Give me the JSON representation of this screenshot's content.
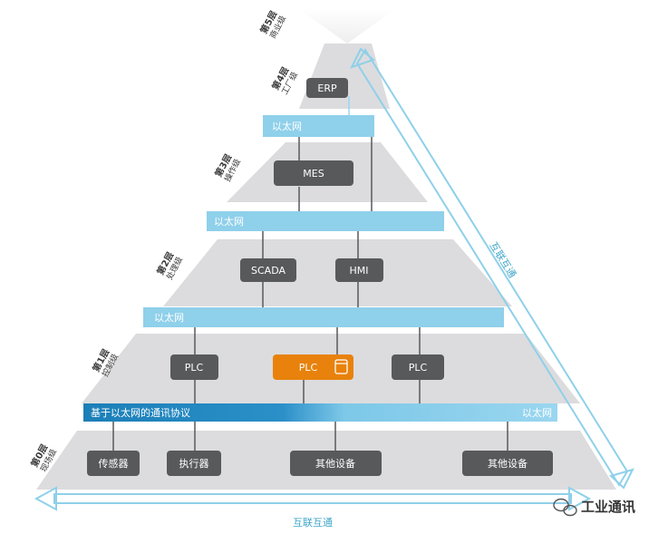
{
  "levels": [
    {
      "title": "第5层",
      "subtitle": "商业级"
    },
    {
      "title": "第4层",
      "subtitle": "工厂级"
    },
    {
      "title": "第3层",
      "subtitle": "操作级"
    },
    {
      "title": "第2层",
      "subtitle": "处理级"
    },
    {
      "title": "第1层",
      "subtitle": "控制级"
    },
    {
      "title": "第0层",
      "subtitle": "现场级"
    }
  ],
  "nodes": {
    "erp": "ERP",
    "mes": "MES",
    "scada": "SCADA",
    "hmi": "HMI",
    "plc_left": "PLC",
    "plc_center": "PLC",
    "plc_right": "PLC",
    "sensor": "传感器",
    "actuator": "执行器",
    "other_device_1": "其他设备",
    "other_device_2": "其他设备"
  },
  "networks": {
    "level4": "以太网",
    "level3": "以太网",
    "level2": "以太网",
    "level1_protocol": "基于以太网的通讯协议",
    "level1_right": "以太网"
  },
  "arrows": {
    "diagonal_label": "互联互通",
    "bottom_label": "互联互通"
  },
  "watermark": {
    "text": "工业通讯"
  },
  "colors": {
    "tier": "#d9d9db",
    "node": "#58595b",
    "highlight": "#e8820c",
    "network": "#7dc8e8",
    "protocol": "#1b7fb8",
    "arrow": "#8fd0ea"
  }
}
